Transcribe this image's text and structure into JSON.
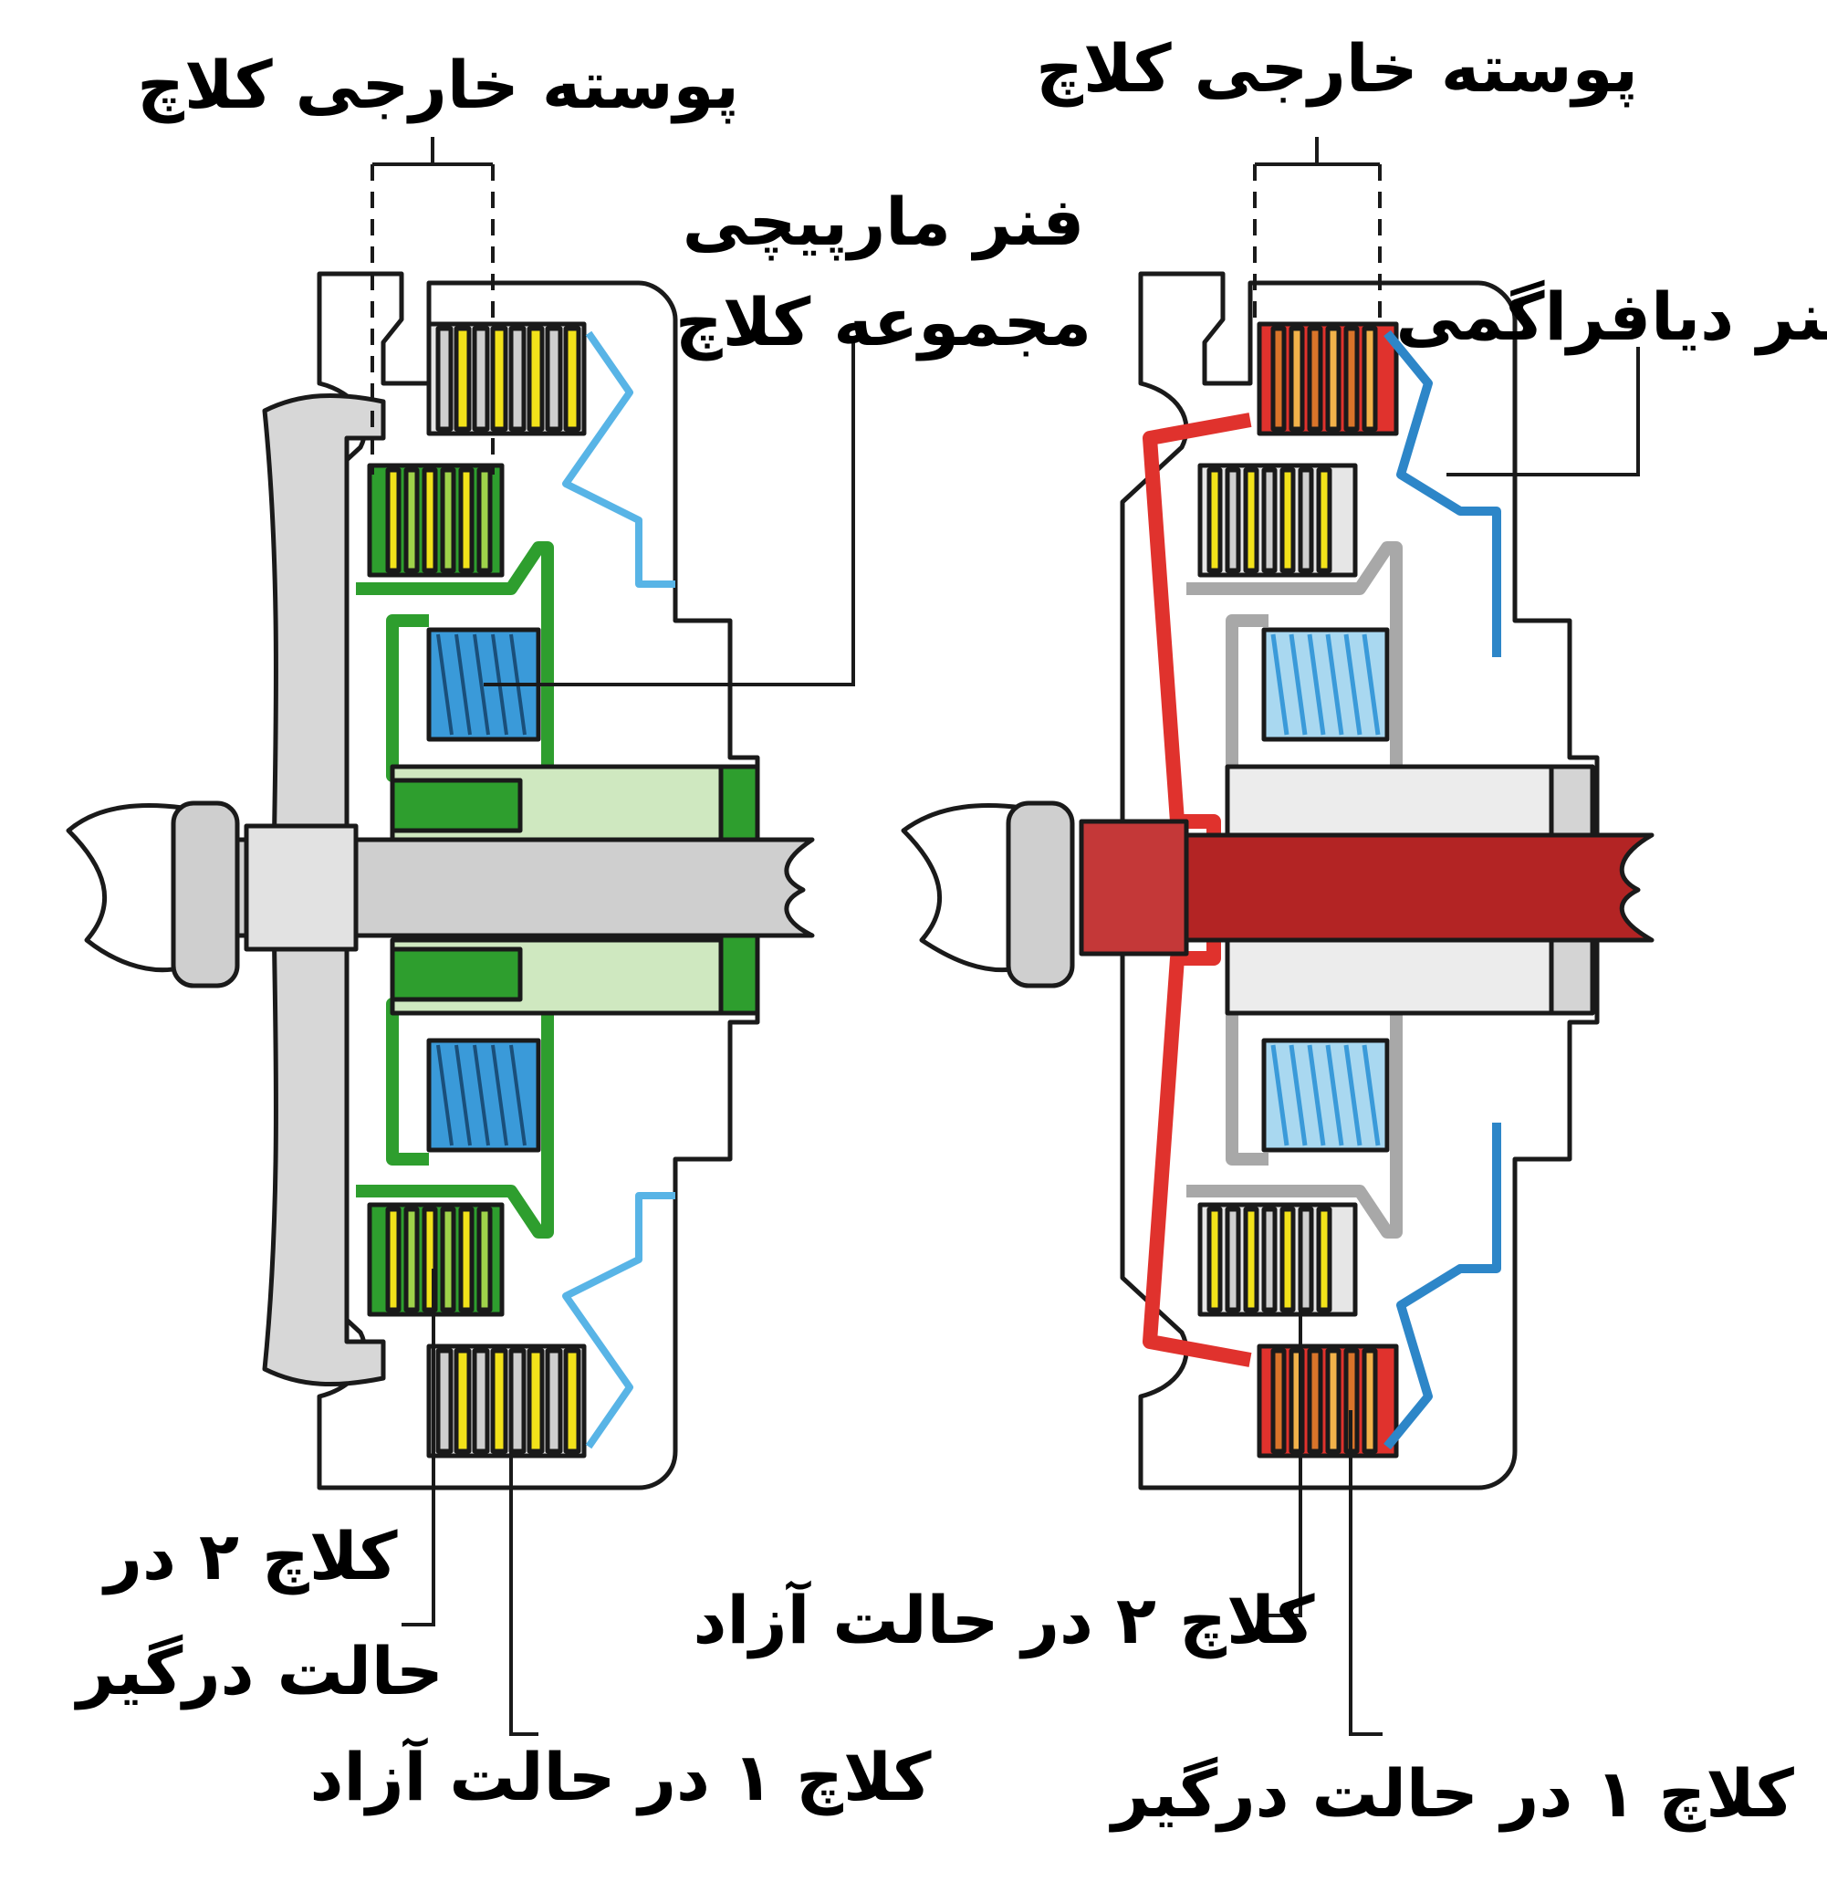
{
  "labels": {
    "left_outer_housing": "پوسته خارجی کلاچ",
    "right_outer_housing": "پوسته خارجی کلاچ",
    "coil_spring": "فنر مارپیچی",
    "clutch_assembly": "مجموعه کلاچ",
    "diaphragm_spring": "فنر دیافراگمی",
    "left_clutch2_line1": "کلاچ ۲ در",
    "left_clutch2_line2": "حالت درگیر",
    "left_clutch1": "کلاچ ۱ در حالت آزاد",
    "right_clutch2": "کلاچ ۲ در حالت آزاد",
    "right_clutch1": "کلاچ ۱ در حالت درگیر"
  },
  "colors": {
    "outline": "#1a1a1a",
    "housing_fill": "#ffffff",
    "gray_part": "#cfcfcf",
    "dark_gray": "#a8a8a8",
    "engaged_green": "#2e9e2e",
    "light_green": "#cfe8c0",
    "yellow_plate": "#f2e21a",
    "blue_spring": "#3a9ad9",
    "light_blue_spring": "#a9d8f0",
    "red_shaft": "#b32424",
    "red_housing": "#e0322d",
    "orange_plate": "#d9742a"
  }
}
